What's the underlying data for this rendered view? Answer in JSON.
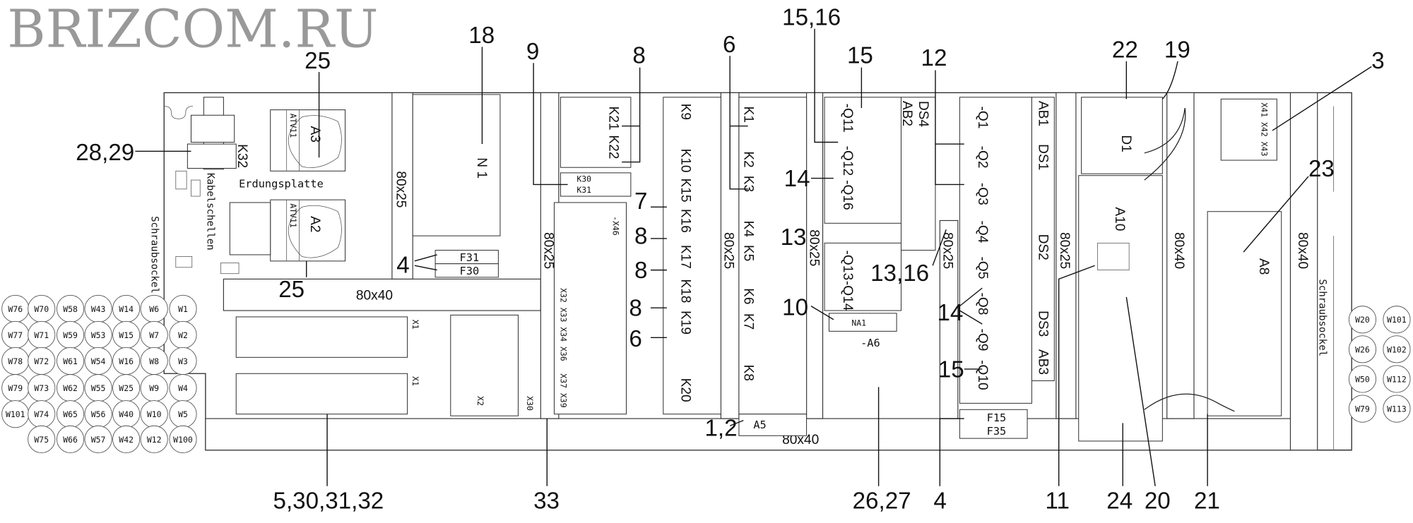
{
  "watermark": "BRIZCOM.RU",
  "callouts": [
    "25",
    "18",
    "9",
    "8",
    "6",
    "15,16",
    "15",
    "12",
    "22",
    "19",
    "3",
    "28,29",
    "14",
    "7",
    "8",
    "13",
    "8",
    "4",
    "25",
    "13,16",
    "14",
    "10",
    "8",
    "6",
    "15",
    "1,2",
    "5,30,31,32",
    "33",
    "26,27",
    "4",
    "11",
    "24",
    "20",
    "21",
    "23"
  ],
  "ducts": {
    "d80x25": "80x25",
    "d80x40": "80x40"
  },
  "texts": {
    "erdungsplatte": "Erdungsplatte",
    "kabelschellen": "Kabelschellen",
    "schraubsockel": "Schraubsockel",
    "atv11": "ATV11"
  },
  "components": {
    "K32": "K32",
    "A3": "A3",
    "A2": "A2",
    "N1": "N 1",
    "F31": "F31",
    "F30": "F30",
    "F15": "F15",
    "F35": "F35",
    "K21": "K21",
    "K22": "K22",
    "K30": "K30",
    "K31": "K31",
    "K9": "K9",
    "K10": "K10",
    "K15": "K15",
    "K16": "K16",
    "K17": "K17",
    "K18": "K18",
    "K19": "K19",
    "K20": "K20",
    "K1": "K1",
    "K2": "K2",
    "K3": "K3",
    "K4": "K4",
    "K5": "K5",
    "K6": "K6",
    "K7": "K7",
    "K8": "K8",
    "Q11": "-Q11",
    "Q12": "-Q12",
    "Q16": "-Q16",
    "Q13": "-Q13",
    "Q14": "-Q14",
    "Q1": "-Q1",
    "Q2": "-Q2",
    "Q3": "-Q3",
    "Q4": "-Q4",
    "Q5": "-Q5",
    "Q8": "-Q8",
    "Q9": "-Q9",
    "Q10": "-Q10",
    "AB1": "AB1",
    "AB2": "AB2",
    "AB3": "AB3",
    "DS1": "DS1",
    "DS2": "DS2",
    "DS3": "DS3",
    "DS4": "DS4",
    "D1": "D1",
    "A10": "A10",
    "A8": "A8",
    "A5": "A5",
    "A6": "-A6",
    "NA1": "NA1",
    "X1a": "X1",
    "X1b": "X1",
    "X2": "X2",
    "X30": "X30",
    "X46": "-X46",
    "X32": "X32 X33 X34 X36",
    "X37": "X37 X39",
    "X41": "X41 X42 X43"
  },
  "cable_glands_left": [
    [
      "W76",
      "W77",
      "W78",
      "W79",
      "W101"
    ],
    [
      "W70",
      "W71",
      "W72",
      "W73",
      "W74",
      "W75"
    ],
    [
      "W58",
      "W59",
      "W61",
      "W62",
      "W65",
      "W66"
    ],
    [
      "W43",
      "W53",
      "W54",
      "W55",
      "W56",
      "W57"
    ],
    [
      "W14",
      "W15",
      "W16",
      "W25",
      "W40",
      "W42"
    ],
    [
      "W6",
      "W7",
      "W8",
      "W9",
      "W10",
      "W12"
    ],
    [
      "W1",
      "W2",
      "W3",
      "W4",
      "W5",
      "W100"
    ]
  ],
  "cable_glands_right": [
    [
      "W20",
      "W26",
      "W50",
      "W79"
    ],
    [
      "W101",
      "W102",
      "W112",
      "W113"
    ]
  ]
}
